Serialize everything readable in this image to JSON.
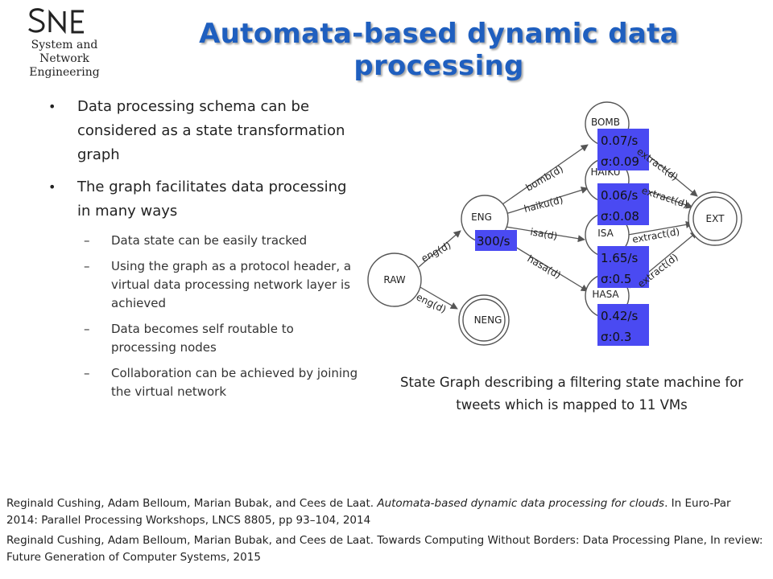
{
  "logo": {
    "mark": "SNE",
    "org_line1": "System and Network",
    "org_line2": "Engineering"
  },
  "title": "Automata-based dynamic data processing",
  "bullets": [
    {
      "level": 1,
      "text": "Data processing schema can be considered as a state transformation graph"
    },
    {
      "level": 1,
      "text": "The graph facilitates data processing in many ways"
    },
    {
      "level": 2,
      "text": "Data state can be easily tracked"
    },
    {
      "level": 2,
      "text": "Using the graph as a protocol header,  a virtual data processing network layer is achieved"
    },
    {
      "level": 2,
      "text": "Data becomes self routable to processing nodes"
    },
    {
      "level": 2,
      "text": "Collaboration can be achieved by joining the virtual network"
    }
  ],
  "graph": {
    "nodes": {
      "raw": "RAW",
      "eng": "ENG",
      "neng": "NENG",
      "bomb": "BOMB",
      "haiku": "HAIKU",
      "isa": "ISA",
      "hasa": "HASA",
      "ext": "EXT"
    },
    "edges": {
      "raw_eng": "eng(d)",
      "raw_neng": "eng(d)",
      "eng_bomb": "bomb(d)",
      "eng_haiku": "haiku(d)",
      "eng_isa": "isa(d)",
      "eng_hasa": "hasa(d)",
      "bomb_ext": "extract(d)",
      "haiku_ext": "extract(d)",
      "isa_ext": "extract(d)",
      "hasa_ext": "extract(d)"
    },
    "rates": {
      "eng": "300/s",
      "bomb": [
        "0.07/s",
        "σ:0.09"
      ],
      "haiku": [
        "0.06/s",
        "σ:0.08"
      ],
      "isa": [
        "1.65/s",
        "σ:0.5"
      ],
      "hasa": [
        "0.42/s",
        "σ:0.3"
      ]
    },
    "colors": {
      "rate_box": "#4a4af2",
      "node_stroke": "#555555",
      "title": "#1f5fbf"
    }
  },
  "caption": "State Graph describing a filtering state machine for tweets which is mapped to 11 VMs",
  "references": [
    {
      "authors": "Reginald Cushing, Adam Belloum, Marian Bubak, and Cees de Laat. ",
      "title_italic": "Automata-based dynamic data processing for clouds",
      "rest": ". In Euro-Par 2014: Parallel Processing Workshops,  LNCS 8805, pp 93–104, 2014"
    },
    {
      "text": "Reginald Cushing, Adam Belloum, Marian Bubak, and Cees de Laat. Towards Computing Without Borders: Data Processing Plane, In review: Future Generation of Computer Systems, 2015"
    }
  ]
}
